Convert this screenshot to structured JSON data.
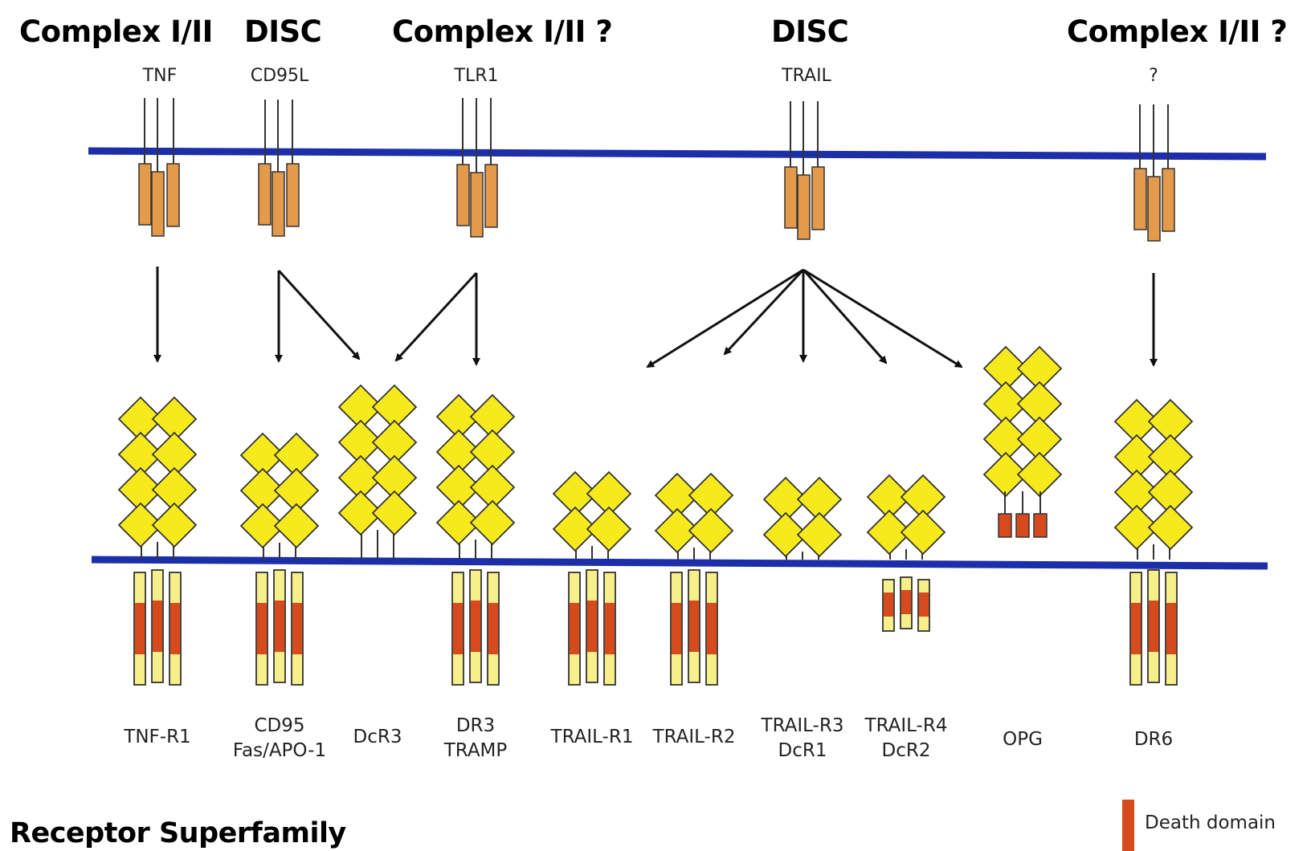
{
  "complexes": [
    {
      "label": "Complex I/II"
    },
    {
      "label": "DISC"
    },
    {
      "label": "Complex I/II ?"
    },
    {
      "label": "DISC"
    },
    {
      "label": "Complex I/II ?"
    }
  ],
  "ligands": [
    {
      "label": "TNF"
    },
    {
      "label": "CD95L"
    },
    {
      "label": "TLR1"
    },
    {
      "label": "TRAIL"
    },
    {
      "label": "?"
    }
  ],
  "receptors": [
    {
      "line1": "TNF-R1",
      "line2": ""
    },
    {
      "line1": "CD95",
      "line2": "Fas/APO-1"
    },
    {
      "line1": "DcR3",
      "line2": ""
    },
    {
      "line1": "DR3",
      "line2": "TRAMP"
    },
    {
      "line1": "TRAIL-R1",
      "line2": ""
    },
    {
      "line1": "TRAIL-R2",
      "line2": ""
    },
    {
      "line1": "TRAIL-R3",
      "line2": "DcR1"
    },
    {
      "line1": "TRAIL-R4",
      "line2": "DcR2"
    },
    {
      "line1": "OPG",
      "line2": ""
    },
    {
      "line1": "DR6",
      "line2": ""
    }
  ],
  "legend": {
    "label": "Death domain"
  },
  "footer": {
    "title": "Receptor Superfamily"
  },
  "colors": {
    "membrane": "#1c2fa8",
    "ligand_fill": "#e39a4b",
    "crd_fill": "#f7ea1c",
    "tail_fill": "#f6ef8a",
    "death_domain": "#d64a1e",
    "arrow": "#111111"
  }
}
